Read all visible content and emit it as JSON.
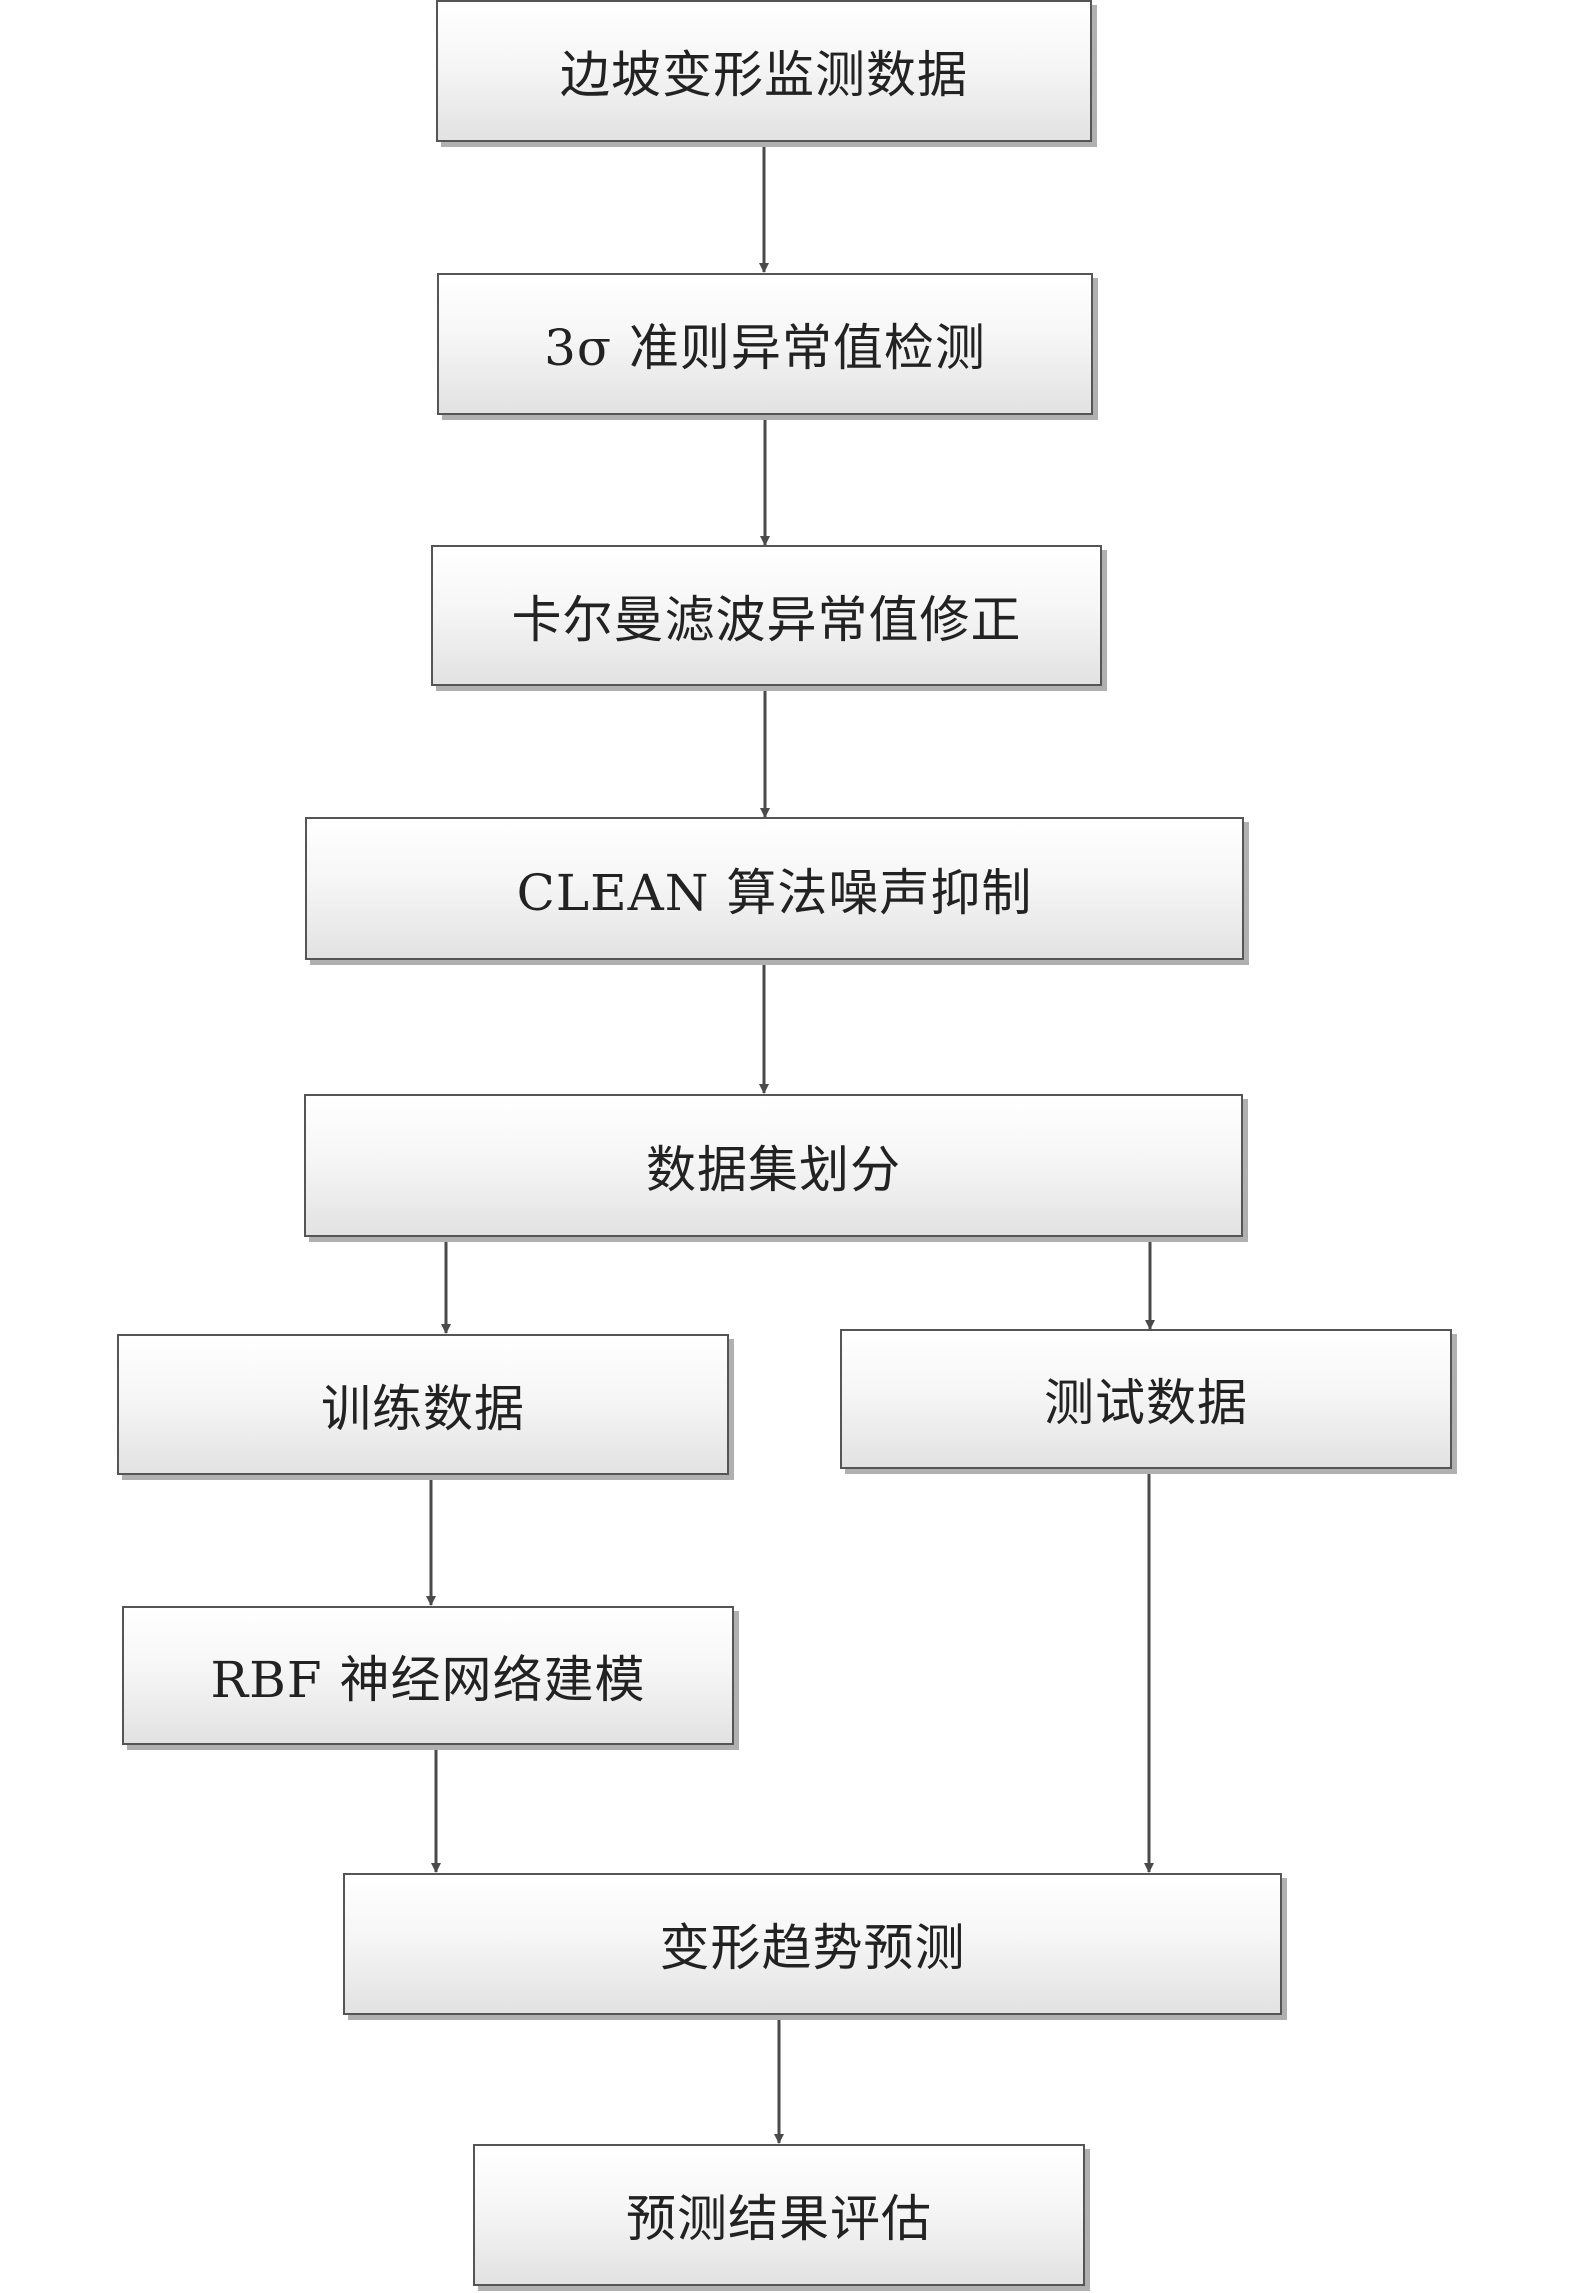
{
  "diagram": {
    "nodes": {
      "n1": "边坡变形监测数据",
      "n2": "3σ 准则异常值检测",
      "n3": "卡尔曼滤波异常值修正",
      "n4": "CLEAN 算法噪声抑制",
      "n5": "数据集划分",
      "n6": "训练数据",
      "n7": "测试数据",
      "n8": "RBF 神经网络建模",
      "n9": "变形趋势预测",
      "n10": "预测结果评估"
    },
    "edges": [
      [
        "n1",
        "n2"
      ],
      [
        "n2",
        "n3"
      ],
      [
        "n3",
        "n4"
      ],
      [
        "n4",
        "n5"
      ],
      [
        "n5",
        "n6"
      ],
      [
        "n5",
        "n7"
      ],
      [
        "n6",
        "n8"
      ],
      [
        "n8",
        "n9"
      ],
      [
        "n7",
        "n9"
      ],
      [
        "n9",
        "n10"
      ]
    ]
  }
}
